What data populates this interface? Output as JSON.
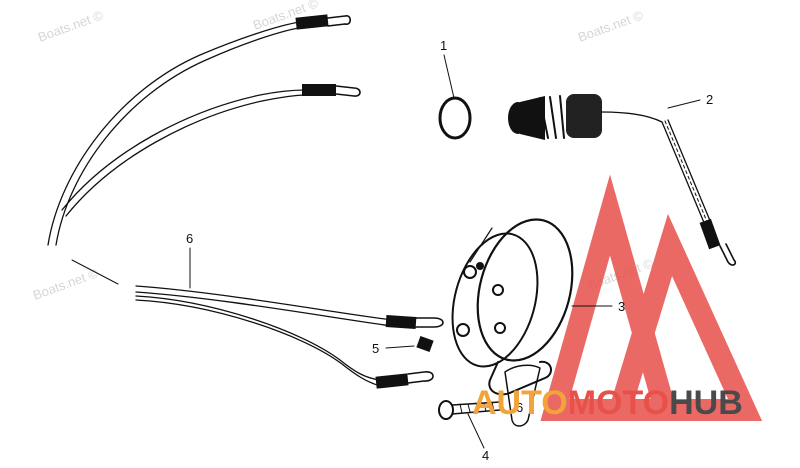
{
  "watermarks": {
    "text": "Boats.net ©",
    "positions_note_unused": ""
  },
  "callouts": [
    {
      "id": "1",
      "label": "1"
    },
    {
      "id": "2",
      "label": "2"
    },
    {
      "id": "3",
      "label": "3"
    },
    {
      "id": "4",
      "label": "4"
    },
    {
      "id": "5",
      "label": "5"
    },
    {
      "id": "6",
      "label": "6"
    },
    {
      "id": "6b",
      "label": "6"
    }
  ],
  "logo": {
    "part1": "AUTO",
    "part2": "MOTO",
    "part3": "HUB",
    "color_auto": "#f2a33a",
    "color_moto": "#e8504a",
    "color_hub": "#4a4a4a",
    "triangle_color": "#e8504a"
  }
}
